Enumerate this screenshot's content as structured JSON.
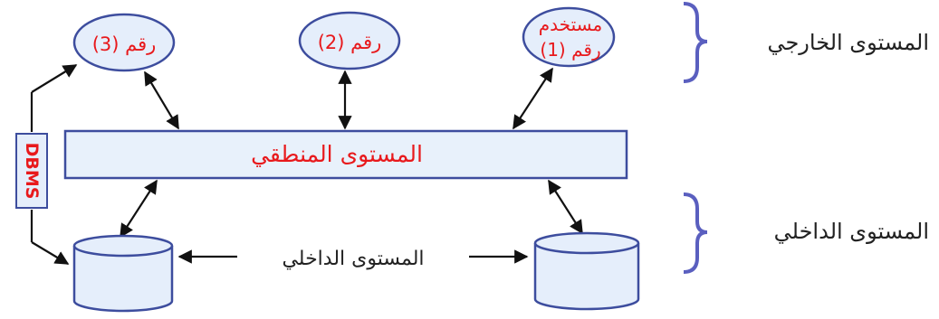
{
  "external_level_label": "المستوى الخارجي",
  "internal_level_label": "المستوى الداخلي",
  "users": {
    "user1_line1": "مستخدم",
    "user1_line2": "رقم (1)",
    "user2": "رقم (2)",
    "user3": "رقم (3)"
  },
  "logical_level_label": "المستوى المنطقي",
  "internal_link_label": "المستوى الداخلي",
  "dbms_label": "DBMS",
  "colors": {
    "ellipse_fill": "#e5eefb",
    "ellipse_stroke": "#3d4d9e",
    "box_fill": "#e8f1fb",
    "box_stroke": "#3d4d9e",
    "brace": "#5a5fbf",
    "text_red": "#e8191c",
    "arrow": "#111111"
  }
}
